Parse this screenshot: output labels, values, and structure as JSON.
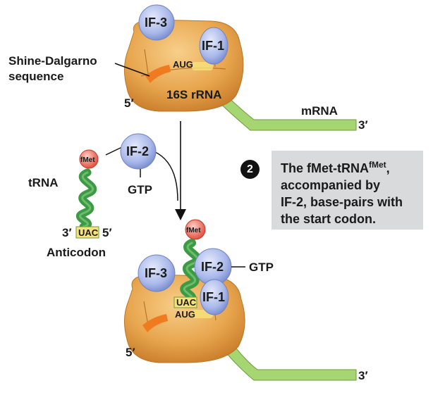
{
  "top": {
    "if3": "IF-3",
    "if1": "IF-1",
    "aug": "AUG",
    "shine_line1": "Shine-Dalgarno",
    "shine_line2": "sequence",
    "five_prime": "5′",
    "rrna": "16S rRNA",
    "mrna": "mRNA",
    "three_prime": "3′"
  },
  "middle": {
    "if2": "IF-2",
    "gtp": "GTP",
    "fmet": "fMet",
    "trna": "tRNA",
    "three_prime": "3′",
    "anticodon_seq": "UAC",
    "five_prime": "5′",
    "anticodon": "Anticodon"
  },
  "callout": {
    "step": "2",
    "text_before_sup": "The fMet-tRNA",
    "sup": "fMet",
    "text_after_sup": ",",
    "line2": "accompanied by",
    "line3": "IF-2, base-pairs with",
    "line4": "the start codon."
  },
  "bottom": {
    "fmet": "fMet",
    "if3": "IF-3",
    "if2": "IF-2",
    "gtp": "GTP",
    "if1": "IF-1",
    "uac": "UAC",
    "aug": "AUG",
    "five_prime": "5′",
    "three_prime": "3′"
  },
  "colors": {
    "ribosome": "#e8a64f",
    "factor": "#a9b8ea",
    "mrna": "#a6d672",
    "trna": "#3c9a44",
    "fmet": "#ef6a5a",
    "shine": "#f07a20",
    "callout_bg": "#d9dadb"
  }
}
